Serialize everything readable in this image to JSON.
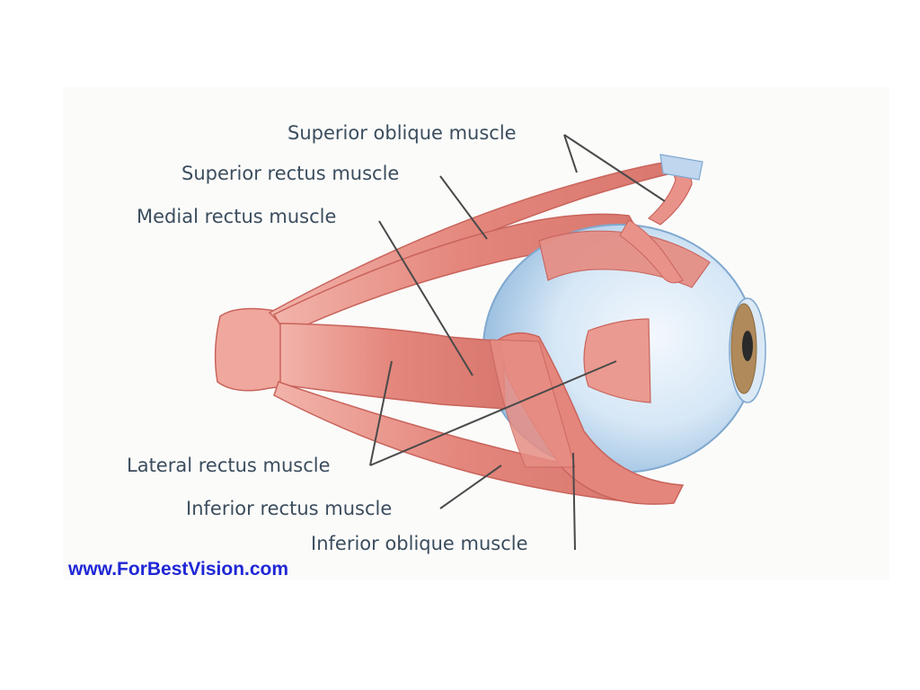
{
  "labels": {
    "superior_oblique": "Superior oblique muscle",
    "superior_rectus": "Superior rectus muscle",
    "medial_rectus": "Medial rectus muscle",
    "lateral_rectus": "Lateral rectus muscle",
    "inferior_rectus": "Inferior rectus muscle",
    "inferior_oblique": "Inferior oblique muscle"
  },
  "watermark": "www.ForBestVision.com",
  "colors": {
    "muscle": "#e58f86",
    "muscle_dark": "#c9645c",
    "eyeball": "#cfe3f5",
    "eyeball_edge": "#7fa8cf",
    "iris": "#b08a5a",
    "leader_line": "#4a4a4a",
    "label_text": "#3b4d5e",
    "link_text": "#1f27d6"
  }
}
